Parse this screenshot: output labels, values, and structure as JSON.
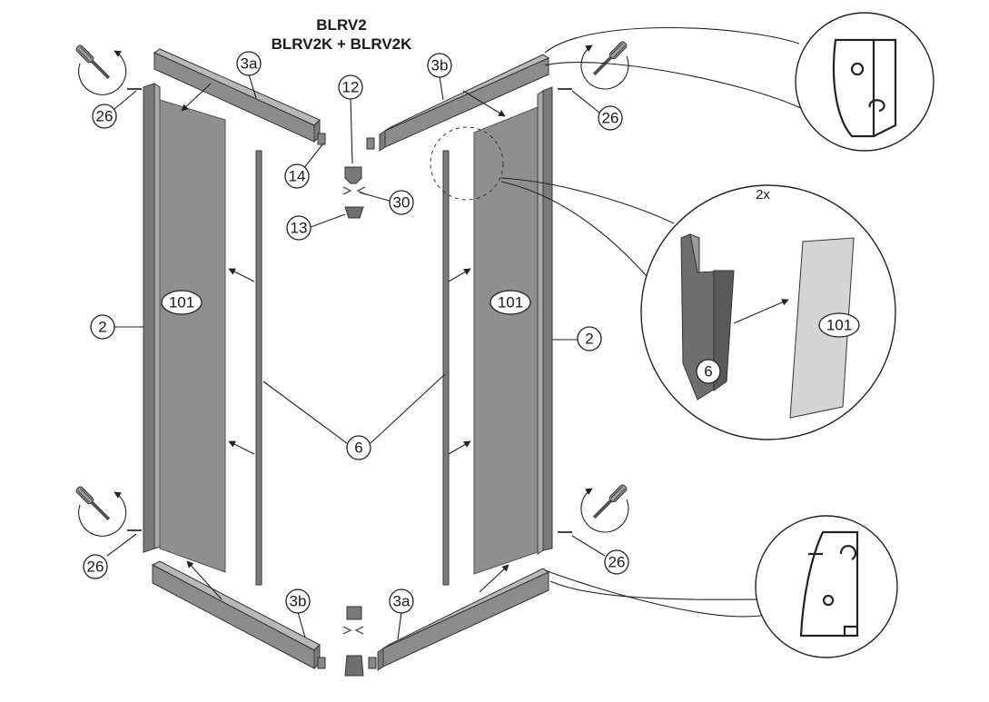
{
  "title": {
    "line1": "BLRV2",
    "line2": "BLRV2K + BLRV2K"
  },
  "callouts": {
    "rail_top_left": "3a",
    "rail_top_right": "3b",
    "rail_bottom_left": "3b",
    "rail_bottom_right": "3a",
    "screw_top_left": "26",
    "screw_top_right": "26",
    "screw_bottom_left": "26",
    "screw_bottom_right": "26",
    "corner_connector": "12",
    "end_cap": "14",
    "corner_pin": "30",
    "corner_bottom": "13",
    "glass_left": "101",
    "glass_right": "101",
    "wall_profile_left": "2",
    "wall_profile_right": "2",
    "seal_strip": "6"
  },
  "detail": {
    "multiplier": "2x",
    "seal_label": "6",
    "glass_label": "101"
  },
  "icons": [
    "screwdriver-icon",
    "rotation-arrow-icon"
  ],
  "colors": {
    "glass": "#8f8f8f",
    "profile": "#7b7b7b",
    "line": "#222222"
  }
}
